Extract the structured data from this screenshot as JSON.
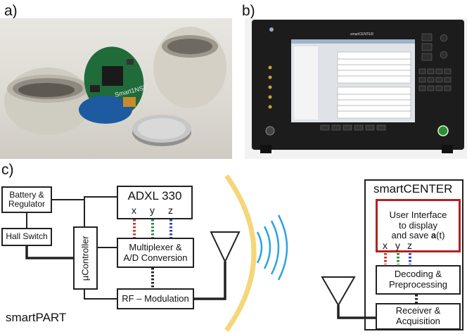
{
  "panels": {
    "a": "a)",
    "b": "b)",
    "c": "c)"
  },
  "photo_a": {
    "board_text": "Smart1NST"
  },
  "photo_b": {
    "device_title": "smartCENTER"
  },
  "smartpart": {
    "label": "smartPART",
    "battery": "Battery &\nRegulator",
    "hall": "Hall Switch",
    "controller": "µController",
    "adxl": "ADXL 330",
    "axes": [
      "x",
      "y",
      "z"
    ],
    "mux": "Multiplexer &\nA/D Conversion",
    "rf": "RF – Modulation"
  },
  "smartcenter": {
    "title": "smartCENTER",
    "ui_line1": "User Interface",
    "ui_line2": "to display",
    "ui_line3_prefix": "and save ",
    "ui_line3_bold": "a",
    "ui_line3_suffix": "(t)",
    "axes": [
      "x",
      "y",
      "z"
    ],
    "decoding": "Decoding &\nPreprocessing",
    "receiver": "Receiver &\nAcquisition"
  },
  "colors": {
    "x_wire": "#c0392b",
    "y_wire": "#2e8b3a",
    "z_wire": "#2c3fb5",
    "wave": "#2aa4e0",
    "shell": "#f5d67a",
    "ui_border": "#b22222"
  }
}
